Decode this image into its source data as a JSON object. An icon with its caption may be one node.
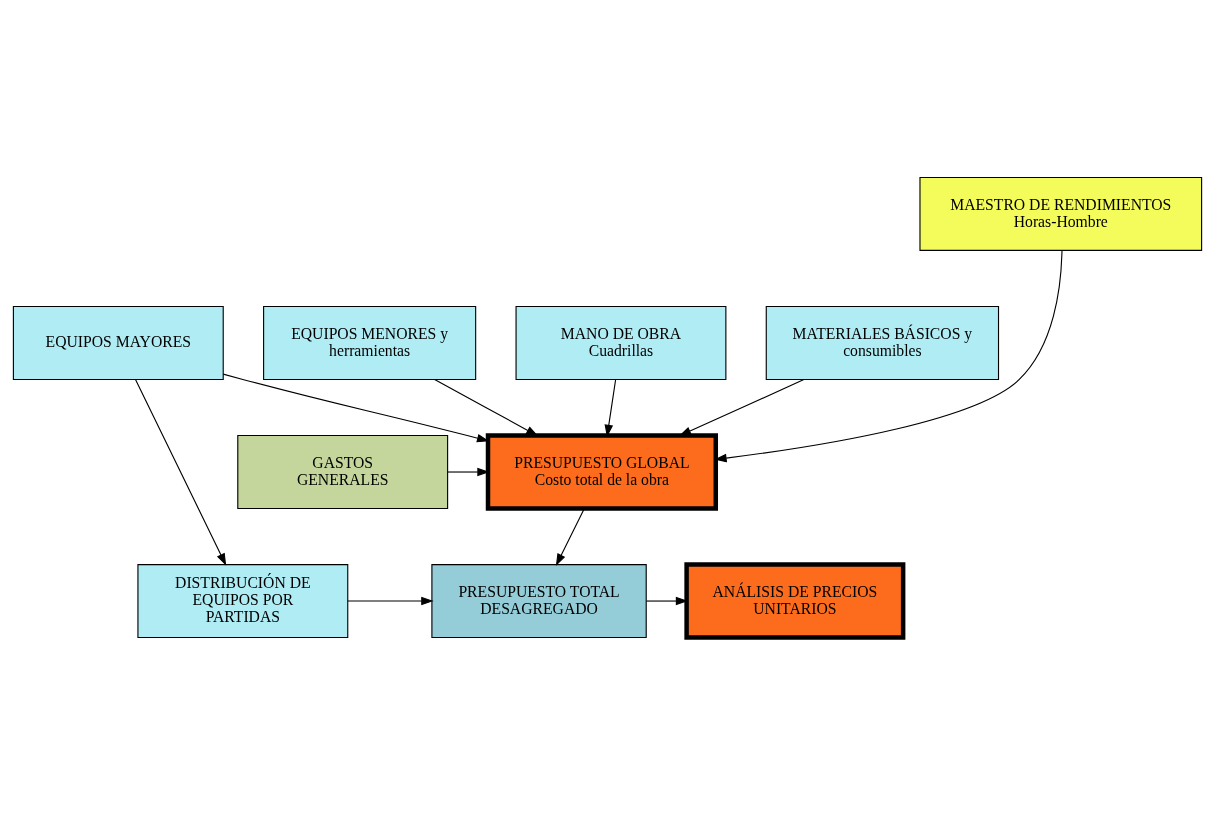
{
  "diagram": {
    "nodes": [
      {
        "text": [
          "MAESTRO DE RENDIMIENTOS",
          "Horas-Hombre"
        ]
      },
      {
        "text": [
          "EQUIPOS MAYORES"
        ]
      },
      {
        "text": [
          "EQUIPOS MENORES y herramientas"
        ]
      },
      {
        "text": [
          "MANO DE OBRA",
          "Cuadrillas"
        ]
      },
      {
        "text": [
          "MATERIALES BÁSICOS y consumibles"
        ]
      },
      {
        "text": [
          "GASTOS GENERALES"
        ]
      },
      {
        "text": [
          "PRESUPUESTO GLOBAL",
          "Costo total de la obra"
        ]
      },
      {
        "text": [
          "DISTRIBUCIÓN DE EQUIPOS POR PARTIDAS"
        ]
      },
      {
        "text": [
          "PRESUPUESTO TOTAL DESAGREGADO"
        ]
      },
      {
        "text": [
          "ANÁLISIS DE PRECIOS UNITARIOS"
        ]
      }
    ],
    "edges": [
      {
        "from": 0,
        "to": 6,
        "arrow": "to"
      },
      {
        "from": 1,
        "to": 6,
        "arrow": "to"
      },
      {
        "from": 2,
        "to": 6,
        "arrow": "to"
      },
      {
        "from": 3,
        "to": 6,
        "arrow": "to"
      },
      {
        "from": 4,
        "to": 6,
        "arrow": "to"
      },
      {
        "from": 5,
        "to": 6,
        "arrow": "to"
      },
      {
        "from": 1,
        "to": 7,
        "arrow": "to"
      },
      {
        "from": 6,
        "to": 8,
        "arrow": "to"
      },
      {
        "from": 7,
        "to": 8,
        "arrow": "to"
      },
      {
        "from": 8,
        "to": 9,
        "arrow": "to"
      }
    ]
  }
}
